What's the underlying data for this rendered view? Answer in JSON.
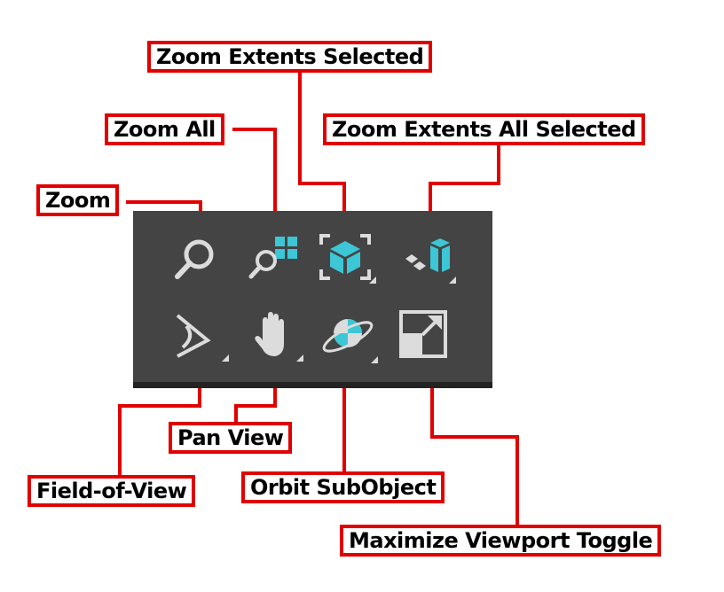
{
  "labels": {
    "zoom_extents_selected": "Zoom Extents Selected",
    "zoom_all": "Zoom All",
    "zoom_extents_all_selected": "Zoom Extents All Selected",
    "zoom": "Zoom",
    "pan_view": "Pan View",
    "field_of_view": "Field-of-View",
    "orbit_subobject": "Orbit SubObject",
    "maximize_viewport_toggle": "Maximize Viewport Toggle"
  },
  "icons": {
    "zoom": "magnifier-icon",
    "zoom_all": "magnifier-grid-icon",
    "zoom_extents_selected": "cube-in-brackets-icon",
    "zoom_extents_all_selected": "cubes-extents-icon",
    "field_of_view": "fov-angle-icon",
    "pan_view": "hand-icon",
    "orbit_subobject": "orbit-sphere-icon",
    "maximize_viewport_toggle": "maximize-window-icon"
  },
  "colors": {
    "panel": "#444444",
    "panel_edge": "#232323",
    "icon_light": "#dcdcdc",
    "icon_accent": "#3cc6d6",
    "callout_border": "#e00000",
    "callout_text": "#000000"
  }
}
